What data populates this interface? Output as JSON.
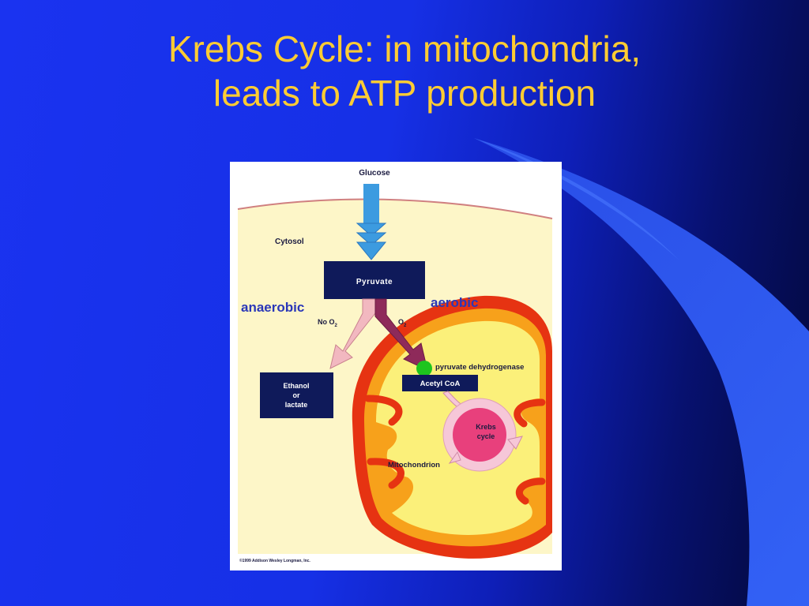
{
  "slide": {
    "title_line1": "Krebs Cycle: in mitochondria,",
    "title_line2": "leads to ATP production"
  },
  "diagram": {
    "glucose": "Glucose",
    "cytosol": "Cytosol",
    "pyruvate": "Pyruvate",
    "anaerobic": "anaerobic",
    "aerobic": "aerobic",
    "no_o2_prefix": "No O",
    "o2_prefix": "O",
    "o2_subscript": "2",
    "ethanol_line1": "Ethanol",
    "ethanol_line2": "or",
    "ethanol_line3": "lactate",
    "enzyme": "pyruvate dehydrogenase",
    "acetyl_coa": "Acetyl CoA",
    "krebs_line1": "Krebs",
    "krebs_line2": "cycle",
    "mitochondrion": "Mitochondrion",
    "copyright": "©1999 Addison Wesley Longman, Inc."
  },
  "colors": {
    "title": "#ffcc33",
    "cytosol_fill": "#fdf6c8",
    "mito_outer": "#e63312",
    "mito_inner": "#f7a11b",
    "matrix": "#fbf07a",
    "box_navy": "#0f1a5a",
    "arrow_anaerobic": "#f2b8c0",
    "arrow_aerobic": "#8e2a5a",
    "glucose_arrow": "#3c9be0",
    "enzyme_dot": "#1ec51e",
    "krebs": "#e8407c"
  }
}
